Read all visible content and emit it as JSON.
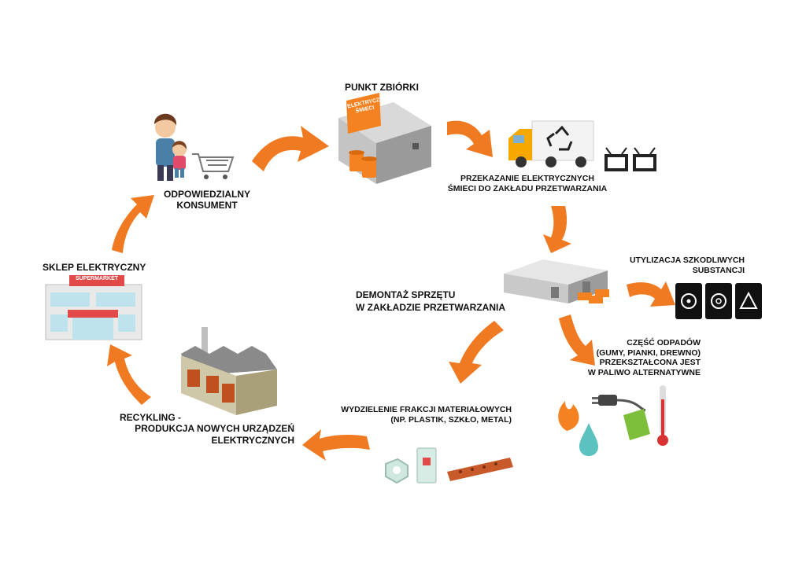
{
  "labels": {
    "collection_point": "PUNKT ZBIÓRKI",
    "collection_sign_1": "ELEKTRYCZNE",
    "collection_sign_2": "ŚMIECI",
    "transfer_1": "PRZEKAZANIE ELEKTRYCZNYCH",
    "transfer_2": "ŚMIECI DO ZAKŁADU PRZETWARZANIA",
    "consumer_1": "ODPOWIEDZIALNY",
    "consumer_2": "KONSUMENT",
    "store": "SKLEP ELEKTRYCZNY",
    "store_sign": "SUPERMARKET",
    "dismantle_1": "DEMONTAŻ SPRZĘTU",
    "dismantle_2": "W ZAKŁADZIE PRZETWARZANIA",
    "disposal_1": "UTYLIZACJA SZKODLIWYCH",
    "disposal_2": "SUBSTANCJI",
    "fuel_1": "CZĘŚĆ ODPADÓW",
    "fuel_2": "(GUMY, PIANKI, DREWNO)",
    "fuel_3": "PRZEKSZTAŁCONA JEST",
    "fuel_4": "W PALIWO ALTERNATYWNE",
    "fractions_1": "WYDZIELENIE FRAKCJI MATERIAŁOWYCH",
    "fractions_2": "(NP. PLASTIK, SZKŁO, METAL)",
    "recycling_1": "RECYKLING -",
    "recycling_2": "PRODUKCJA NOWYCH URZĄDZEŃ",
    "recycling_3": "ELEKTRYCZNYCH"
  },
  "colors": {
    "arrow": "#F07A22",
    "orange": "#F58220",
    "dark": "#1a1a1a",
    "gray": "#b8b8b8",
    "green": "#7dbf3b",
    "teal": "#5bc2c0"
  }
}
